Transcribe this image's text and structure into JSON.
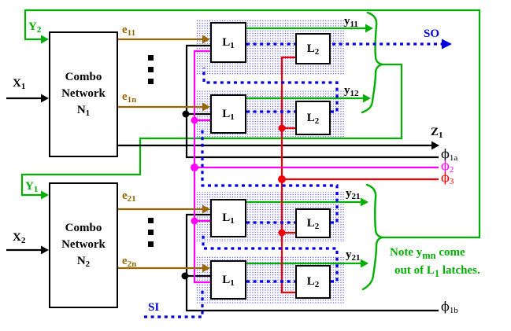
{
  "colors": {
    "green": "#00b000",
    "brown": "#996600",
    "magenta": "#ff00ff",
    "red": "#ee0000",
    "blue": "#0000e0",
    "black": "#000000",
    "stipple_dot": "#2222dd"
  },
  "boxes": {
    "n1": {
      "line1": "Combo",
      "line2": "Network",
      "name_base": "N",
      "name_sub": "1"
    },
    "n2": {
      "line1": "Combo",
      "line2": "Network",
      "name_base": "N",
      "name_sub": "2"
    }
  },
  "latch_l1": {
    "base": "L",
    "sub": "1"
  },
  "latch_l2": {
    "base": "L",
    "sub": "2"
  },
  "labels": {
    "y2_feedback": {
      "base": "Y",
      "sub": "2"
    },
    "y1_feedback": {
      "base": "Y",
      "sub": "1"
    },
    "x1": {
      "base": "X",
      "sub": "1"
    },
    "x2": {
      "base": "X",
      "sub": "2"
    },
    "e11": {
      "base": "e",
      "sub": "11"
    },
    "e1n": {
      "base": "e",
      "sub": "1n"
    },
    "e21": {
      "base": "e",
      "sub": "21"
    },
    "e2n": {
      "base": "e",
      "sub": "2n"
    },
    "y11": {
      "base": "y",
      "sub": "11"
    },
    "y12": {
      "base": "y",
      "sub": "12"
    },
    "y21_row3": {
      "base": "y",
      "sub": "21"
    },
    "y21_row4": {
      "base": "y",
      "sub": "21"
    },
    "z1": {
      "base": "Z",
      "sub": "1"
    },
    "so": {
      "text": "SO"
    },
    "si": {
      "text": "SI"
    },
    "phi1a": {
      "base": "ϕ",
      "sub": "1a"
    },
    "phi2": {
      "base": "ϕ",
      "sub": "2"
    },
    "phi3": {
      "base": "ϕ",
      "sub": "3"
    },
    "phi1b": {
      "base": "ϕ",
      "sub": "1b"
    }
  },
  "note": {
    "line1_pre": "Note y",
    "line1_sub": "mn",
    "line1_post": " come",
    "line2_pre": "out of L",
    "line2_sub": "1",
    "line2_post": " latches."
  }
}
